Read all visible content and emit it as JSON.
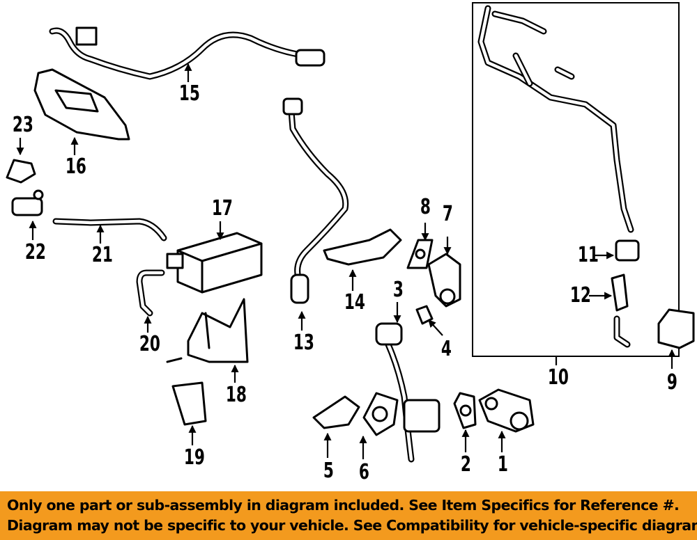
{
  "callouts": {
    "c1": "1",
    "c2": "2",
    "c3": "3",
    "c4": "4",
    "c5": "5",
    "c6": "6",
    "c7": "7",
    "c8": "8",
    "c9": "9",
    "c10": "10",
    "c11": "11",
    "c12": "12",
    "c13": "13",
    "c14": "14",
    "c15": "15",
    "c16": "16",
    "c17": "17",
    "c18": "18",
    "c19": "19",
    "c20": "20",
    "c21": "21",
    "c22": "22",
    "c23": "23"
  },
  "banner": {
    "line1": "Only one part or sub-assembly in diagram included. See Item Specifics for Reference #.",
    "line2": "Diagram may not be specific to your vehicle. See Compatibility for vehicle-specific diagrams."
  },
  "colors": {
    "banner_bg": "#f39a1e",
    "ink": "#000000"
  }
}
